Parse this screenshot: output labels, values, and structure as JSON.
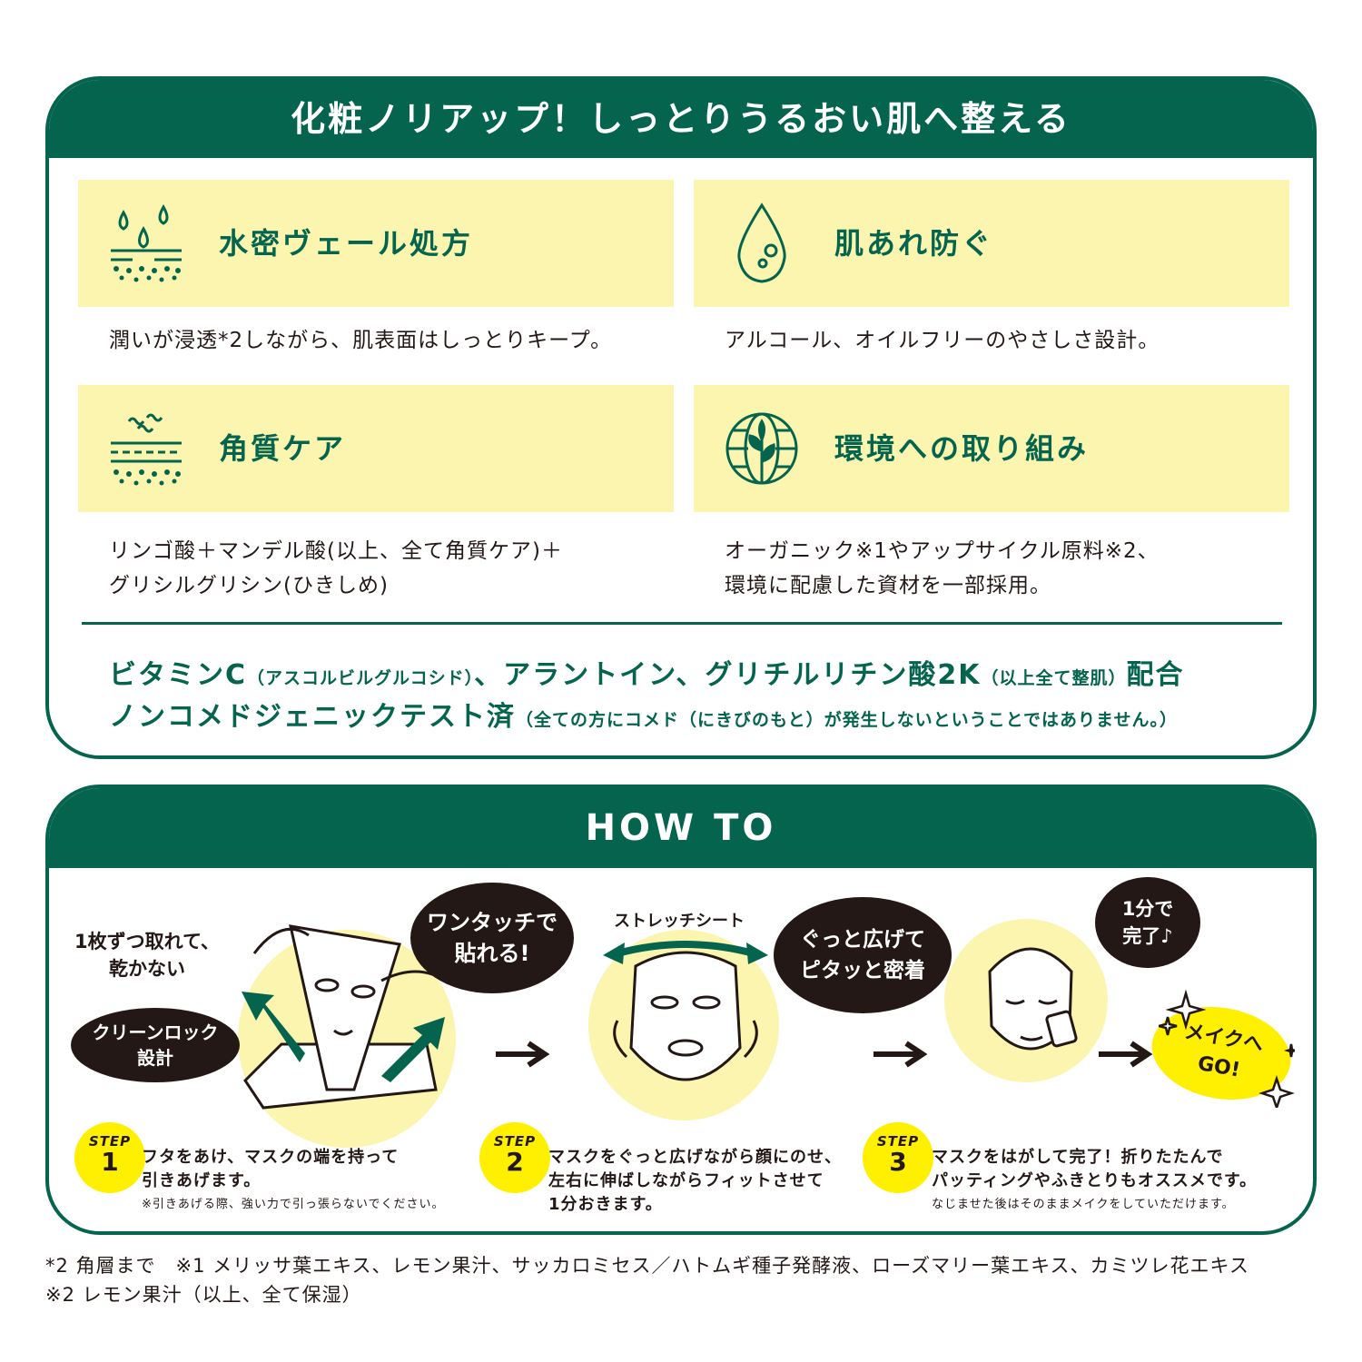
{
  "features": {
    "header": "化粧ノリアップ！しっとりうるおい肌へ整える",
    "items": [
      {
        "title": "水密ヴェール処方",
        "icon": "water-drops-icon",
        "desc": "潤いが浸透*2しながら、肌表面はしっとりキープ。"
      },
      {
        "title": "肌あれ防ぐ",
        "icon": "droplet-icon",
        "desc": "アルコール、オイルフリーのやさしさ設計。"
      },
      {
        "title": "角質ケア",
        "icon": "skin-layer-icon",
        "desc1": "リンゴ酸＋マンデル酸(以上、全て角質ケア)＋",
        "desc2": "グリシルグリシン(ひきしめ)"
      },
      {
        "title": "環境への取り組み",
        "icon": "globe-leaf-icon",
        "desc1": "オーガニック※1やアップサイクル原料※2、",
        "desc2": "環境に配慮した資材を一部採用。"
      }
    ],
    "note1_big_a": "ビタミンC",
    "note1_small_a": "（アスコルビルグルコシド）",
    "note1_big_b": "、アラントイン、グリチルリチン酸2K",
    "note1_small_b": "（以上全て整肌）",
    "note1_big_c": "配合",
    "note2_big": "ノンコメドジェニックテスト済",
    "note2_small": "（全ての方にコメド（にきびのもと）が発生しないということではありません。）"
  },
  "howto": {
    "header": "HOW TO",
    "label_take": "1枚ずつ取れて、\n乾かない",
    "bubble_cleanlock": "クリーンロック\n設計",
    "bubble_onetouch": "ワンタッチで\n貼れる!",
    "label_stretch": "ストレッチシート",
    "bubble_spread": "ぐっと広げて\nピタッと密着",
    "bubble_oneminute": "1分で\n完了♪",
    "badge_go": "メイクへ\nGO!",
    "steps": [
      {
        "label": "STEP",
        "num": "1",
        "line1": "フタをあけ、マスクの端を持って",
        "line2": "引きあげます。",
        "note": "※引きあげる際、強い力で引っ張らないでください。"
      },
      {
        "label": "STEP",
        "num": "2",
        "line1": "マスクをぐっと広げながら顔にのせ、",
        "line2": "左右に伸ばしながらフィットさせて",
        "line3": "1分おきます。"
      },
      {
        "label": "STEP",
        "num": "3",
        "line1": "マスクをはがして完了！折りたたんで",
        "line2": "パッティングやふきとりもオススメです。",
        "note": "なじませた後はそのままメイクをしていただけます。"
      }
    ]
  },
  "footnotes": {
    "line1": "*2 角層まで　※1 メリッサ葉エキス、レモン果汁、サッカロミセス／ハトムギ種子発酵液、ローズマリー葉エキス、カミツレ花エキス",
    "line2": "※2 レモン果汁（以上、全て保湿）"
  },
  "colors": {
    "brand_green": "#04644d",
    "feature_yellow": "#fbf5b0",
    "accent_yellow": "#fff000",
    "ink": "#231815"
  }
}
